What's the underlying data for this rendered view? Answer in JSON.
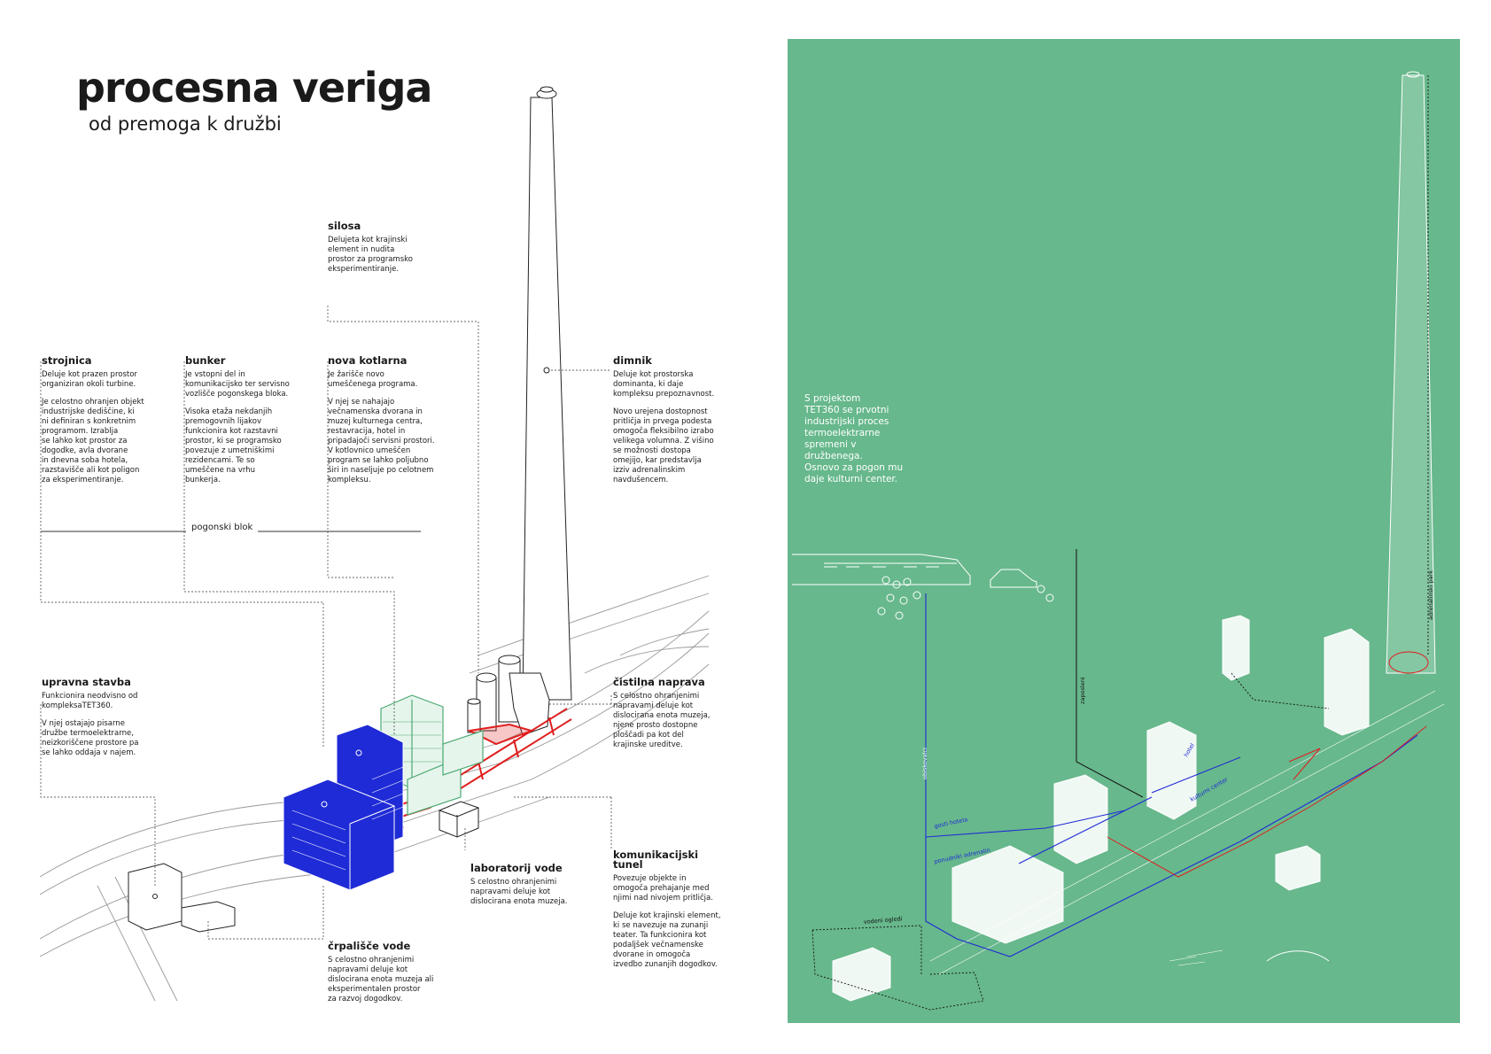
{
  "header": {
    "title": "procesna veriga",
    "subtitle": "od premoga k družbi"
  },
  "labels": [
    {
      "id": "silosa",
      "title": "silosa",
      "text": "Delujeta kot krajinski\nelement in nudita\nprostor za programsko\neksperimentiranje."
    },
    {
      "id": "strojnica",
      "title": "strojnica",
      "text": "Deluje kot prazen prostor\norganiziran okoli turbine.",
      "text2": "Je celostno ohranjen objekt\nindustrijske dediščine, ki\nni definiran s konkretnim\nprogramom. Izrablja\nse lahko kot prostor za\ndogodke, avla dvorane\nin dnevna soba hotela,\nrazstavišče ali kot poligon\nza eksperimentiranje."
    },
    {
      "id": "bunker",
      "title": "bunker",
      "text": "Je vstopni del in\nkomunikacijsko ter servisno\nvozlišče pogonskega bloka.",
      "text2": "Visoka etaža nekdanjih\npremogovnih lijakov\nfunkcionira kot razstavni\nprostor, ki se programsko\npovezuje z umetniškimi\nrezidencami. Te so\numeščene na vrhu\nbunkerja."
    },
    {
      "id": "nova_kotlarna",
      "title": "nova kotlarna",
      "text": "Je žarišče novo\numeščenega programa.",
      "text2": "V njej se nahajajo\nvečnamenska dvorana in\nmuzej kulturnega centra,\nrestavracija, hotel in\npripadajoči servisni prostori.\nV kotlovnico umeščen\nprogram se lahko poljubno\nširi in naseljuje po celotnem\nkompleksu."
    },
    {
      "id": "dimnik",
      "title": "dimnik",
      "text": "Deluje kot prostorska\ndominanta, ki daje\nkompleksu prepoznavnost.",
      "text2": "Novo urejena dostopnost\npritličja in prvega podesta\nomogoča fleksibilno izrabo\nvelikega volumna. Z višino\nse možnosti dostopa\nomejijo, kar predstavlja\nizziv adrenalinskim\nnavdušencem."
    },
    {
      "id": "upravna_stavba",
      "title": "upravna stavba",
      "text": "Funkcionira neodvisno od\nkompleksaTET360.",
      "text2": "V njej ostajajo pisarne\ndružbe termoelektrarne,\nneizkoriščene prostore pa\nse lahko oddaja v najem."
    },
    {
      "id": "cistilna_naprava",
      "title": "čistilna naprava",
      "text": "S celostno ohranjenimi\nnapravami deluje kot\ndislocirana enota muzeja,\nnjene prosto dostopne\nploščadi pa kot del\nkrajinske ureditve."
    },
    {
      "id": "laboratorij_vode",
      "title": "laboratorij vode",
      "text": "S celostno ohranjenimi\nnapravami deluje kot\ndislocirana enota muzeja."
    },
    {
      "id": "komunikacijski_tunel",
      "title": "komunikacijski\ntunel",
      "text": "Povezuje objekte in\nomogoča prehajanje med\nnjimi nad nivojem pritličja.",
      "text2": "Deluje kot krajinski element,\nki se navezuje na zunanji\nteater. Ta funkcionira kot\npodaljšek večnamenske\ndvorane in omogoča\nizvedbo zunanjih dogodkov."
    },
    {
      "id": "crpalisce_vode",
      "title": "črpališče vode",
      "text": "S celostno ohranjenimi\nnapravami deluje kot\ndislocirana enota muzeja ali\neksperimentalen prostor\nza razvoj dogodkov."
    }
  ],
  "pogonski_blok": "pogonski blok",
  "green_panel": {
    "text": "S projektom\nTET360 se prvotni\nindustrijski proces\ntermoelektrarne\nspremeni v\ndružbenega.\nOsnovo za pogon mu\ndaje kulturni center.",
    "labels": {
      "obiskovalci": "obiskovalci",
      "zaposleni": "zaposleni",
      "hotel": "hotel",
      "kulturni_center": "kulturni\ncenter",
      "gosti_hotela": "gosti hotela",
      "ponudniki_adrenalin": "ponudniki adrenalin",
      "vodeni_ogledi": "vodeni ogledi",
      "adrenalinski_park": "adrenalinski park"
    }
  },
  "colors": {
    "green_bg": "#67b88c",
    "blue": "#1f2bd6",
    "red": "#e01e1e",
    "light_green": "#7bc49a",
    "line": "#1a1a1a"
  }
}
